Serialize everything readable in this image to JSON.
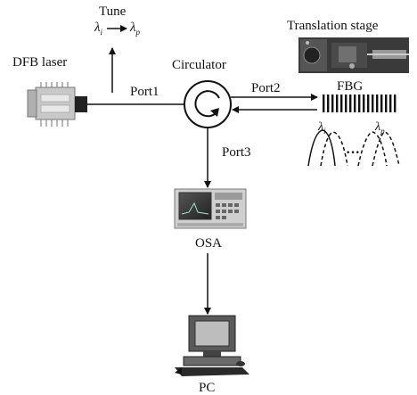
{
  "labels": {
    "tune": "Tune",
    "lambda_i": "λ",
    "lambda_i_sub": "i",
    "lambda_p": "λ",
    "lambda_p_sub": "p",
    "translation_stage": "Translation stage",
    "dfb_laser": "DFB laser",
    "circulator": "Circulator",
    "port1": "Port1",
    "port2": "Port2",
    "port3": "Port3",
    "fbg": "FBG",
    "osa": "OSA",
    "pc": "PC",
    "dots": "···"
  }
}
